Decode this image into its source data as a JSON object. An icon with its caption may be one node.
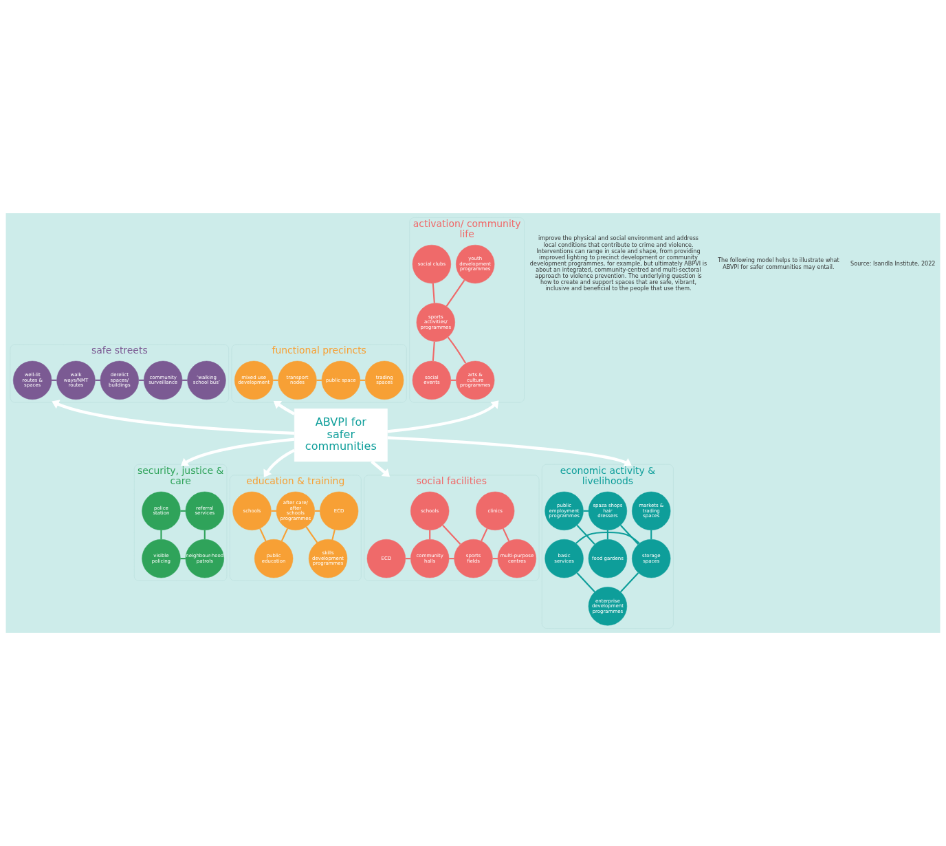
{
  "diagram": {
    "nodes": [
      {
        "text": [
          "ABVPI for safer communities"
        ]
      },
      {
        "text": [
          "safe streets"
        ]
      },
      {
        "text": [
          "well-lit routes & spaces"
        ],
        "in": 1
      },
      {
        "text": [
          "walk ways/NMT routes"
        ],
        "in": 1
      },
      {
        "text": [
          "derelict spaces/ buildings"
        ],
        "in": 1
      },
      {
        "text": [
          "community surveillance"
        ],
        "in": 1
      },
      {
        "text": [
          "‘walking school bus’"
        ],
        "in": 1
      },
      {
        "text": [
          "functional precincts"
        ]
      },
      {
        "text": [
          "mixed use development"
        ],
        "in": 7
      },
      {
        "text": [
          "transport nodes"
        ],
        "in": 7
      },
      {
        "text": [
          "public space"
        ],
        "in": 7
      },
      {
        "text": [
          "trading spaces"
        ],
        "in": 7
      },
      {
        "text": [
          "activation/ community life"
        ]
      },
      {
        "text": [
          "youth development programmes"
        ],
        "in": 12
      },
      {
        "text": [
          "social clubs"
        ],
        "in": 12
      },
      {
        "text": [
          "sports activities/ programmes"
        ],
        "in": 12
      },
      {
        "text": [
          "social events"
        ],
        "in": 12
      },
      {
        "text": [
          "arts & culture programmes"
        ],
        "in": 12
      },
      {
        "text": [
          "security, justice & care"
        ]
      },
      {
        "text": [
          "police station"
        ],
        "in": 18
      },
      {
        "text": [
          "referral services"
        ],
        "in": 18
      },
      {
        "text": [
          "visible policing"
        ],
        "in": 18
      },
      {
        "text": [
          "neighbour-hood patrols"
        ],
        "in": 18
      },
      {
        "text": [
          "education & training"
        ]
      },
      {
        "text": [
          "schools"
        ],
        "in": 23
      },
      {
        "text": [
          "after care/ after schools programmes"
        ],
        "in": 23
      },
      {
        "text": [
          "ECD"
        ],
        "in": 23
      },
      {
        "text": [
          "public education"
        ],
        "in": 23
      },
      {
        "text": [
          "skills development programmes"
        ],
        "in": 23
      },
      {
        "text": [
          "social facilities"
        ]
      },
      {
        "text": [
          "schools"
        ],
        "in": 29
      },
      {
        "text": [
          "clinics"
        ],
        "in": 29
      },
      {
        "text": [
          "ECD"
        ],
        "in": 29
      },
      {
        "text": [
          "community halls"
        ],
        "in": 29
      },
      {
        "text": [
          "sports fields"
        ],
        "in": 29
      },
      {
        "text": [
          "multi-purpose centres"
        ],
        "in": 29
      },
      {
        "text": [
          "economic activity & livelihoods"
        ]
      },
      {
        "text": [
          "markets & trading spaces"
        ],
        "in": 36
      },
      {
        "text": [
          "spaza shops hair dressers"
        ],
        "in": 36
      },
      {
        "text": [
          "public employment programmes"
        ],
        "in": 36
      },
      {
        "text": [
          "basic services"
        ],
        "in": 36
      },
      {
        "text": [
          "storage spaces"
        ],
        "in": 36
      },
      {
        "text": [
          "food gardens"
        ],
        "in": 36
      },
      {
        "text": [
          "enterprise development programmes"
        ],
        "in": 36
      }
    ],
    "edges": [
      {
        "from": 0,
        "to": 1,
        "arrow": "to",
        "style": "thick",
        "color": "#ffffff"
      },
      {
        "from": 0,
        "to": 7,
        "arrow": "to",
        "style": "thick",
        "color": "#ffffff"
      },
      {
        "from": 0,
        "to": 12,
        "arrow": "to",
        "style": "thick",
        "color": "#ffffff"
      },
      {
        "from": 0,
        "to": 18,
        "arrow": "to",
        "style": "thick",
        "color": "#ffffff"
      },
      {
        "from": 0,
        "to": 23,
        "arrow": "to",
        "style": "thick",
        "color": "#ffffff"
      },
      {
        "from": 0,
        "to": 29,
        "arrow": "to",
        "style": "thick",
        "color": "#ffffff"
      },
      {
        "from": 0,
        "to": 36,
        "arrow": "to",
        "style": "thick",
        "color": "#ffffff"
      },
      {
        "from": 2,
        "to": 3,
        "arrow": "none",
        "color": "#7b5a93"
      },
      {
        "from": 3,
        "to": 4,
        "arrow": "none",
        "color": "#7b5a93"
      },
      {
        "from": 4,
        "to": 5,
        "arrow": "none",
        "color": "#7b5a93"
      },
      {
        "from": 5,
        "to": 6,
        "arrow": "none",
        "color": "#7b5a93"
      },
      {
        "from": 8,
        "to": 9,
        "arrow": "none",
        "color": "#f7a035"
      },
      {
        "from": 9,
        "to": 10,
        "arrow": "none",
        "color": "#f7a035"
      },
      {
        "from": 10,
        "to": 11,
        "arrow": "none",
        "color": "#f7a035"
      },
      {
        "from": 13,
        "to": 15,
        "arrow": "none",
        "color": "#ef6a6a"
      },
      {
        "from": 14,
        "to": 15,
        "arrow": "none",
        "color": "#ef6a6a"
      },
      {
        "from": 15,
        "to": 16,
        "arrow": "none",
        "color": "#ef6a6a"
      },
      {
        "from": 15,
        "to": 17,
        "arrow": "none",
        "color": "#ef6a6a"
      },
      {
        "from": 16,
        "to": 17,
        "arrow": "none",
        "color": "#ef6a6a"
      },
      {
        "from": 19,
        "to": 20,
        "arrow": "none",
        "color": "#2fa35a"
      },
      {
        "from": 19,
        "to": 21,
        "arrow": "none",
        "color": "#2fa35a"
      },
      {
        "from": 20,
        "to": 22,
        "arrow": "none",
        "color": "#2fa35a"
      },
      {
        "from": 21,
        "to": 22,
        "arrow": "none",
        "color": "#2fa35a"
      },
      {
        "from": 24,
        "to": 25,
        "arrow": "none",
        "color": "#f7a035"
      },
      {
        "from": 25,
        "to": 26,
        "arrow": "none",
        "color": "#f7a035"
      },
      {
        "from": 24,
        "to": 27,
        "arrow": "none",
        "color": "#f7a035"
      },
      {
        "from": 25,
        "to": 27,
        "arrow": "none",
        "color": "#f7a035"
      },
      {
        "from": 25,
        "to": 28,
        "arrow": "none",
        "color": "#f7a035"
      },
      {
        "from": 26,
        "to": 28,
        "arrow": "none",
        "color": "#f7a035"
      },
      {
        "from": 32,
        "to": 33,
        "arrow": "none",
        "color": "#ef6a6a"
      },
      {
        "from": 33,
        "to": 30,
        "arrow": "none",
        "color": "#ef6a6a"
      },
      {
        "from": 30,
        "to": 34,
        "arrow": "none",
        "color": "#ef6a6a"
      },
      {
        "from": 33,
        "to": 34,
        "arrow": "none",
        "color": "#ef6a6a"
      },
      {
        "from": 31,
        "to": 34,
        "arrow": "none",
        "color": "#ef6a6a"
      },
      {
        "from": 34,
        "to": 35,
        "arrow": "none",
        "color": "#ef6a6a"
      },
      {
        "from": 31,
        "to": 35,
        "arrow": "none",
        "color": "#ef6a6a"
      },
      {
        "from": 37,
        "to": 41,
        "arrow": "none",
        "color": "#0e9e9a"
      },
      {
        "from": 38,
        "to": 41,
        "arrow": "none",
        "color": "#0e9e9a"
      },
      {
        "from": 38,
        "to": 39,
        "arrow": "none",
        "color": "#0e9e9a"
      },
      {
        "from": 38,
        "to": 42,
        "arrow": "none",
        "color": "#0e9e9a"
      },
      {
        "from": 39,
        "to": 42,
        "arrow": "none",
        "color": "#0e9e9a"
      },
      {
        "from": 40,
        "to": 41,
        "arrow": "none",
        "color": "#0e9e9a"
      },
      {
        "from": 40,
        "to": 43,
        "arrow": "none",
        "color": "#0e9e9a"
      },
      {
        "from": 41,
        "to": 43,
        "arrow": "none",
        "color": "#0e9e9a"
      }
    ],
    "labels": [
      "improve the physical and social environment and address local conditions that contribute to crime and violence. Interventions can range in scale and shape, from providing improved lighting to precinct development or community development programmes, for example, but ultimately ABPVI is about an integrated, community-centred and multi-sectoral approach to violence prevention. The underlying question is how to create and support spaces that are safe, vibrant, inclusive and beneficial to the people that use them.",
      "The following model helps to illustrate what ABVPI for safer communities may entail.",
      "Source: Isandla Institute, 2022"
    ]
  }
}
